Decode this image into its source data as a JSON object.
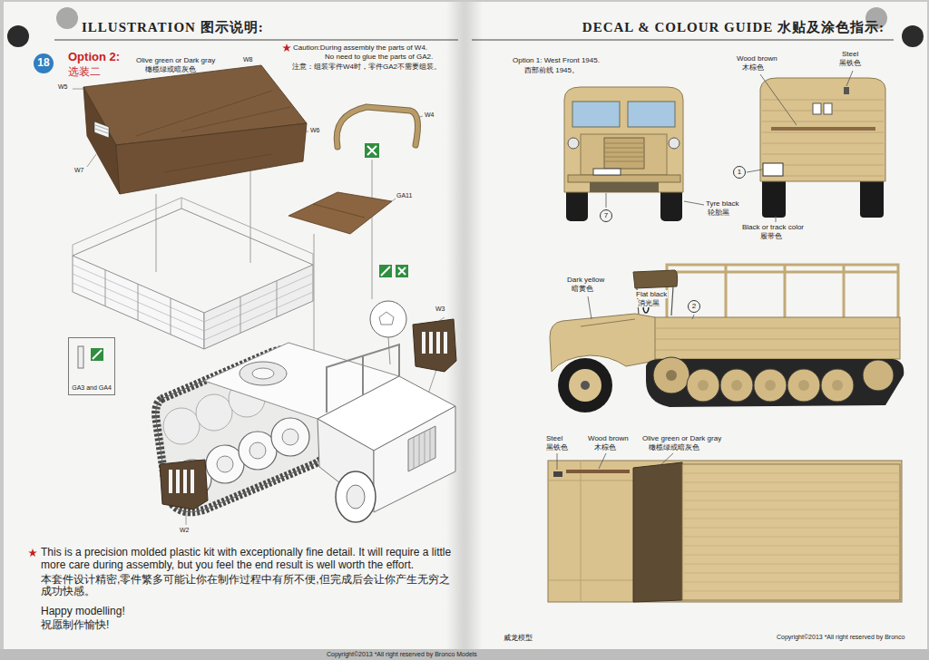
{
  "diagram": {
    "nodes": [
      {
        "text": [
          "18"
        ]
      },
      {
        "text": [
          "GA3 and GA4"
        ]
      },
      {
        "text": [
          "1"
        ]
      },
      {
        "text": [
          "7"
        ]
      },
      {
        "text": [
          "2"
        ]
      }
    ],
    "labels": [
      "ILLUSTRATION 图示说明:",
      "Option 2:",
      "选装二",
      "Olive green or Dark gray",
      "橄榄绿或暗灰色",
      "W5",
      "W8",
      "W6",
      "W7",
      "W4",
      "Caution:During assembly the parts of W4.",
      "No need to glue the parts of GA2.",
      "注意：组装零件W4时，零件GA2不需要组装。",
      "GA11",
      "W3",
      "W2",
      "This is a precision molded plastic kit with exceptionally fine detail. It will require a little more care during assembly, but you feel the end result is well worth the effort.",
      "本套件设计精密,零件繁多可能让你在制作过程中有所不便,但完成后会让你产生无穷之成功快感。",
      "Happy modelling!",
      "祝愿制作愉快!",
      "Copyright©2013 *All right reserved by Bronco Models",
      "DECAL & COLOUR GUIDE 水贴及涂色指示:",
      "Option 1: West Front 1945.",
      "西部前线 1945。",
      "Wood brown",
      "木棕色",
      "Steel",
      "黑铁色",
      "Tyre black",
      "轮胎黑",
      "Black or track color",
      "履带色",
      "Dark yellow",
      "暗黄色",
      "Flat black",
      "消光黑",
      "Steel",
      "黑铁色",
      "Wood brown",
      "木棕色",
      "Olive green or Dark gray",
      "橄榄绿或暗灰色",
      "威龙模型",
      "Copyright©2013 *All right reserved by Bronco"
    ]
  }
}
